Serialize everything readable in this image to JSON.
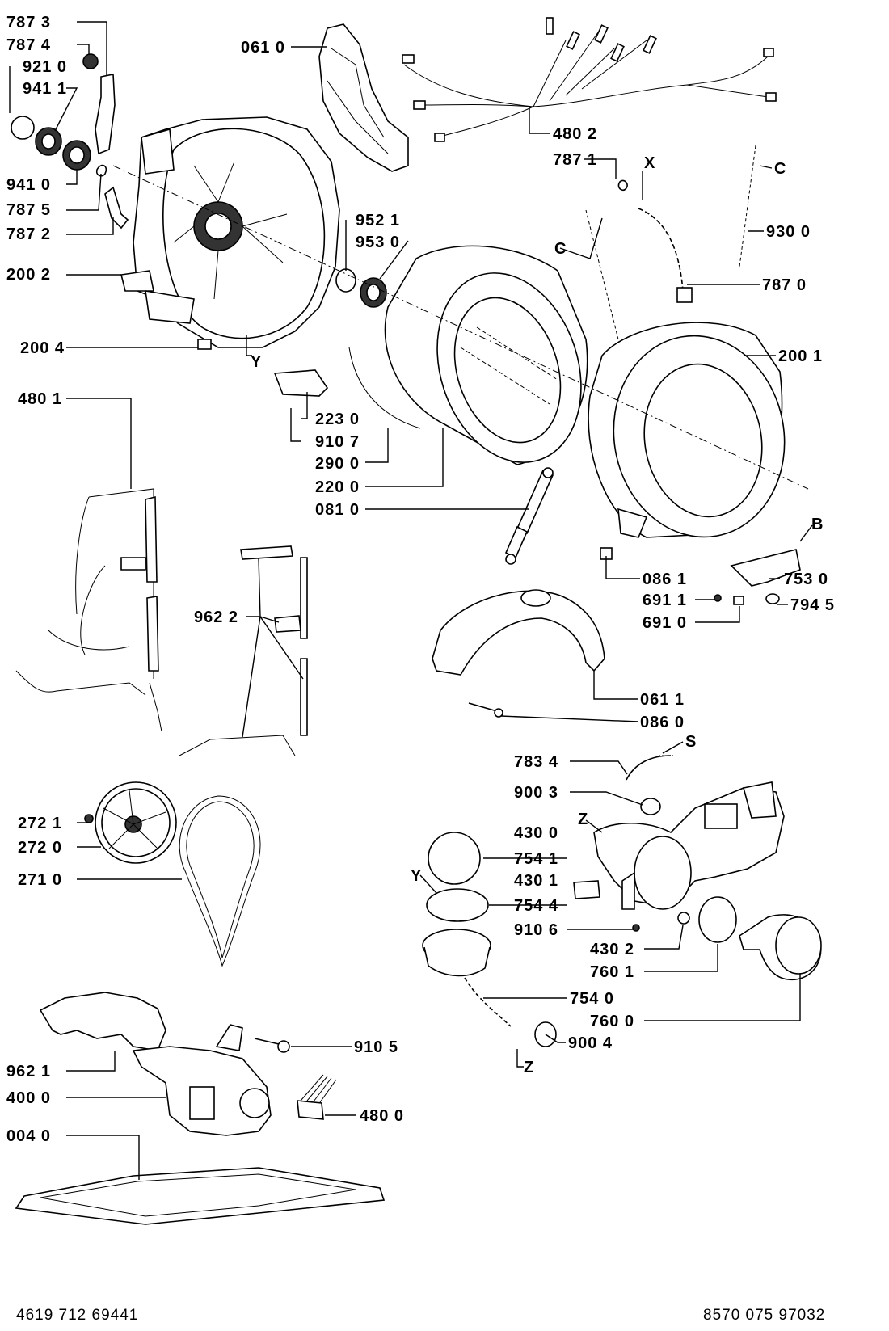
{
  "labels": [
    {
      "id": "l7873",
      "text": "787 3"
    },
    {
      "id": "l7874",
      "text": "787 4"
    },
    {
      "id": "l9210",
      "text": "921 0"
    },
    {
      "id": "l9411",
      "text": "941 1"
    },
    {
      "id": "l9410",
      "text": "941 0"
    },
    {
      "id": "l7875",
      "text": "787 5"
    },
    {
      "id": "l7872",
      "text": "787 2"
    },
    {
      "id": "l2002",
      "text": "200 2"
    },
    {
      "id": "l2004",
      "text": "200 4"
    },
    {
      "id": "l0610",
      "text": "061 0"
    },
    {
      "id": "l9521",
      "text": "952 1"
    },
    {
      "id": "l9530",
      "text": "953 0"
    },
    {
      "id": "l4802",
      "text": "480 2"
    },
    {
      "id": "l7871",
      "text": "787 1"
    },
    {
      "id": "l9300",
      "text": "930 0"
    },
    {
      "id": "l7870",
      "text": "787 0"
    },
    {
      "id": "l2001",
      "text": "200 1"
    },
    {
      "id": "l2230",
      "text": "223 0"
    },
    {
      "id": "l9107",
      "text": "910 7"
    },
    {
      "id": "l2900",
      "text": "290 0"
    },
    {
      "id": "l2200",
      "text": "220 0"
    },
    {
      "id": "l0810",
      "text": "081 0"
    },
    {
      "id": "l4801",
      "text": "480 1"
    },
    {
      "id": "l0861",
      "text": "086 1"
    },
    {
      "id": "l7530",
      "text": "753 0"
    },
    {
      "id": "l6911",
      "text": "691 1"
    },
    {
      "id": "l7945",
      "text": "794 5"
    },
    {
      "id": "l6910",
      "text": "691 0"
    },
    {
      "id": "l9622",
      "text": "962 2"
    },
    {
      "id": "l0611",
      "text": "061 1"
    },
    {
      "id": "l0860",
      "text": "086 0"
    },
    {
      "id": "l7834",
      "text": "783 4"
    },
    {
      "id": "l9003",
      "text": "900 3"
    },
    {
      "id": "l4300",
      "text": "430 0"
    },
    {
      "id": "l7541",
      "text": "754 1"
    },
    {
      "id": "l4301",
      "text": "430 1"
    },
    {
      "id": "l7544",
      "text": "754 4"
    },
    {
      "id": "l9106",
      "text": "910 6"
    },
    {
      "id": "l4302",
      "text": "430 2"
    },
    {
      "id": "l7601",
      "text": "760 1"
    },
    {
      "id": "l7540",
      "text": "754 0"
    },
    {
      "id": "l7600",
      "text": "760 0"
    },
    {
      "id": "l9004",
      "text": "900 4"
    },
    {
      "id": "l2721",
      "text": "272 1"
    },
    {
      "id": "l2720",
      "text": "272 0"
    },
    {
      "id": "l2710",
      "text": "271 0"
    },
    {
      "id": "l9621",
      "text": "962 1"
    },
    {
      "id": "l9105",
      "text": "910 5"
    },
    {
      "id": "l4000",
      "text": "400 0"
    },
    {
      "id": "l4800",
      "text": "480 0"
    },
    {
      "id": "l0040",
      "text": "004 0"
    }
  ],
  "letters": [
    {
      "id": "x1",
      "text": "X"
    },
    {
      "id": "c1",
      "text": "C"
    },
    {
      "id": "c2",
      "text": "C"
    },
    {
      "id": "y1",
      "text": "Y"
    },
    {
      "id": "b1",
      "text": "B"
    },
    {
      "id": "s1",
      "text": "S"
    },
    {
      "id": "z1",
      "text": "Z"
    },
    {
      "id": "y2",
      "text": "Y"
    },
    {
      "id": "z2",
      "text": "Z"
    }
  ],
  "footer": {
    "left_code": "4619 712 69441",
    "right_code": "8570 075 97032"
  }
}
